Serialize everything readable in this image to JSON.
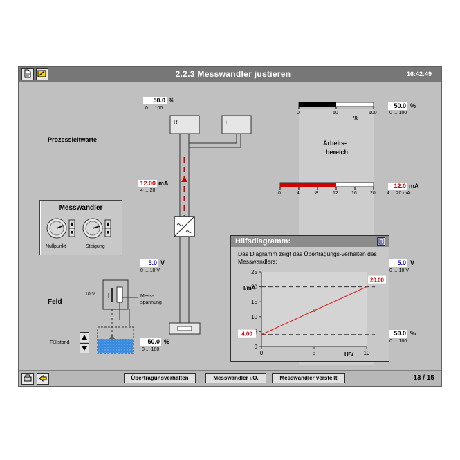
{
  "window": {
    "title": "2.2.3  Messwandler justieren",
    "clock": "16:42:49"
  },
  "toolbar": {
    "doc_icon": "document-icon",
    "pen_icon": "edit-icon"
  },
  "left": {
    "prozess_label": "Prozessleitwarte",
    "feld_label": "Feld",
    "fuellstand_label": "Füllstand",
    "voltage_label": "10 V",
    "mess_label_1": "Mess-",
    "mess_label_2": "spannung"
  },
  "messwandler_panel": {
    "title": "Messwandler",
    "nullpunkt": "Nullpunkt",
    "steigung": "Steigung"
  },
  "readouts": {
    "top_percent": {
      "value": "50.0",
      "unit": "%",
      "range": "0 ... 100"
    },
    "current": {
      "value": "12.00",
      "unit": "mA",
      "range": "4 ... 20"
    },
    "voltage": {
      "value": "5.0",
      "unit": "V",
      "range": "0 ... 10 V"
    },
    "fill_percent": {
      "value": "50.0",
      "unit": "%",
      "range": "0 ... 100"
    },
    "right_percent": {
      "value": "50.0",
      "unit": "%",
      "range": "0 ... 100"
    },
    "right_current": {
      "value": "12.0",
      "unit": "mA",
      "range": "4 ... 20 mA"
    },
    "right_voltage": {
      "value": "5.0",
      "unit": "V",
      "range": "0 ... 10 V"
    },
    "right_bottom_percent": {
      "value": "50.0",
      "unit": "%",
      "range": "0 ... 100"
    }
  },
  "blocks": {
    "r_label": "R",
    "i_label": "i"
  },
  "arbeitsbereich": {
    "line1": "Arbeits-",
    "line2": "bereich"
  },
  "bar_percent": {
    "ticks": [
      "0",
      "50",
      "100"
    ],
    "axis_label": "%",
    "fill_fraction": 0.5
  },
  "bar_current": {
    "ticks": [
      "0",
      "4",
      "8",
      "12",
      "16",
      "20"
    ],
    "fill_fraction": 0.6
  },
  "help": {
    "title": "Hilfsdiagramm:",
    "text": "Das Diagramm zeigt das Übertragungs-verhalten des Messwandlers:",
    "icon": "info-icon"
  },
  "chart_data": {
    "type": "line",
    "x": [
      0,
      10
    ],
    "series": [
      {
        "values": [
          4,
          20
        ]
      }
    ],
    "marker": {
      "x": 5,
      "y": 12
    },
    "xlabel": "U/V",
    "ylabel": "I/mA",
    "xlim": [
      0,
      10
    ],
    "ylim": [
      0,
      25
    ],
    "xticks": [
      "0",
      "5",
      "10"
    ],
    "yticks": [
      "0",
      "5",
      "10",
      "15",
      "20",
      "25"
    ],
    "annotations": [
      {
        "label": "20.00",
        "y": 20
      },
      {
        "label": "4.00",
        "y": 4
      }
    ],
    "colors": {
      "line": "#e02020",
      "dashes": "#303030"
    }
  },
  "statusbar": {
    "btn1": "Übertragunsverhalten",
    "btn2": "Messwandler i.O.",
    "btn3": "Messwandler verstellt",
    "page": "13 / 15"
  }
}
